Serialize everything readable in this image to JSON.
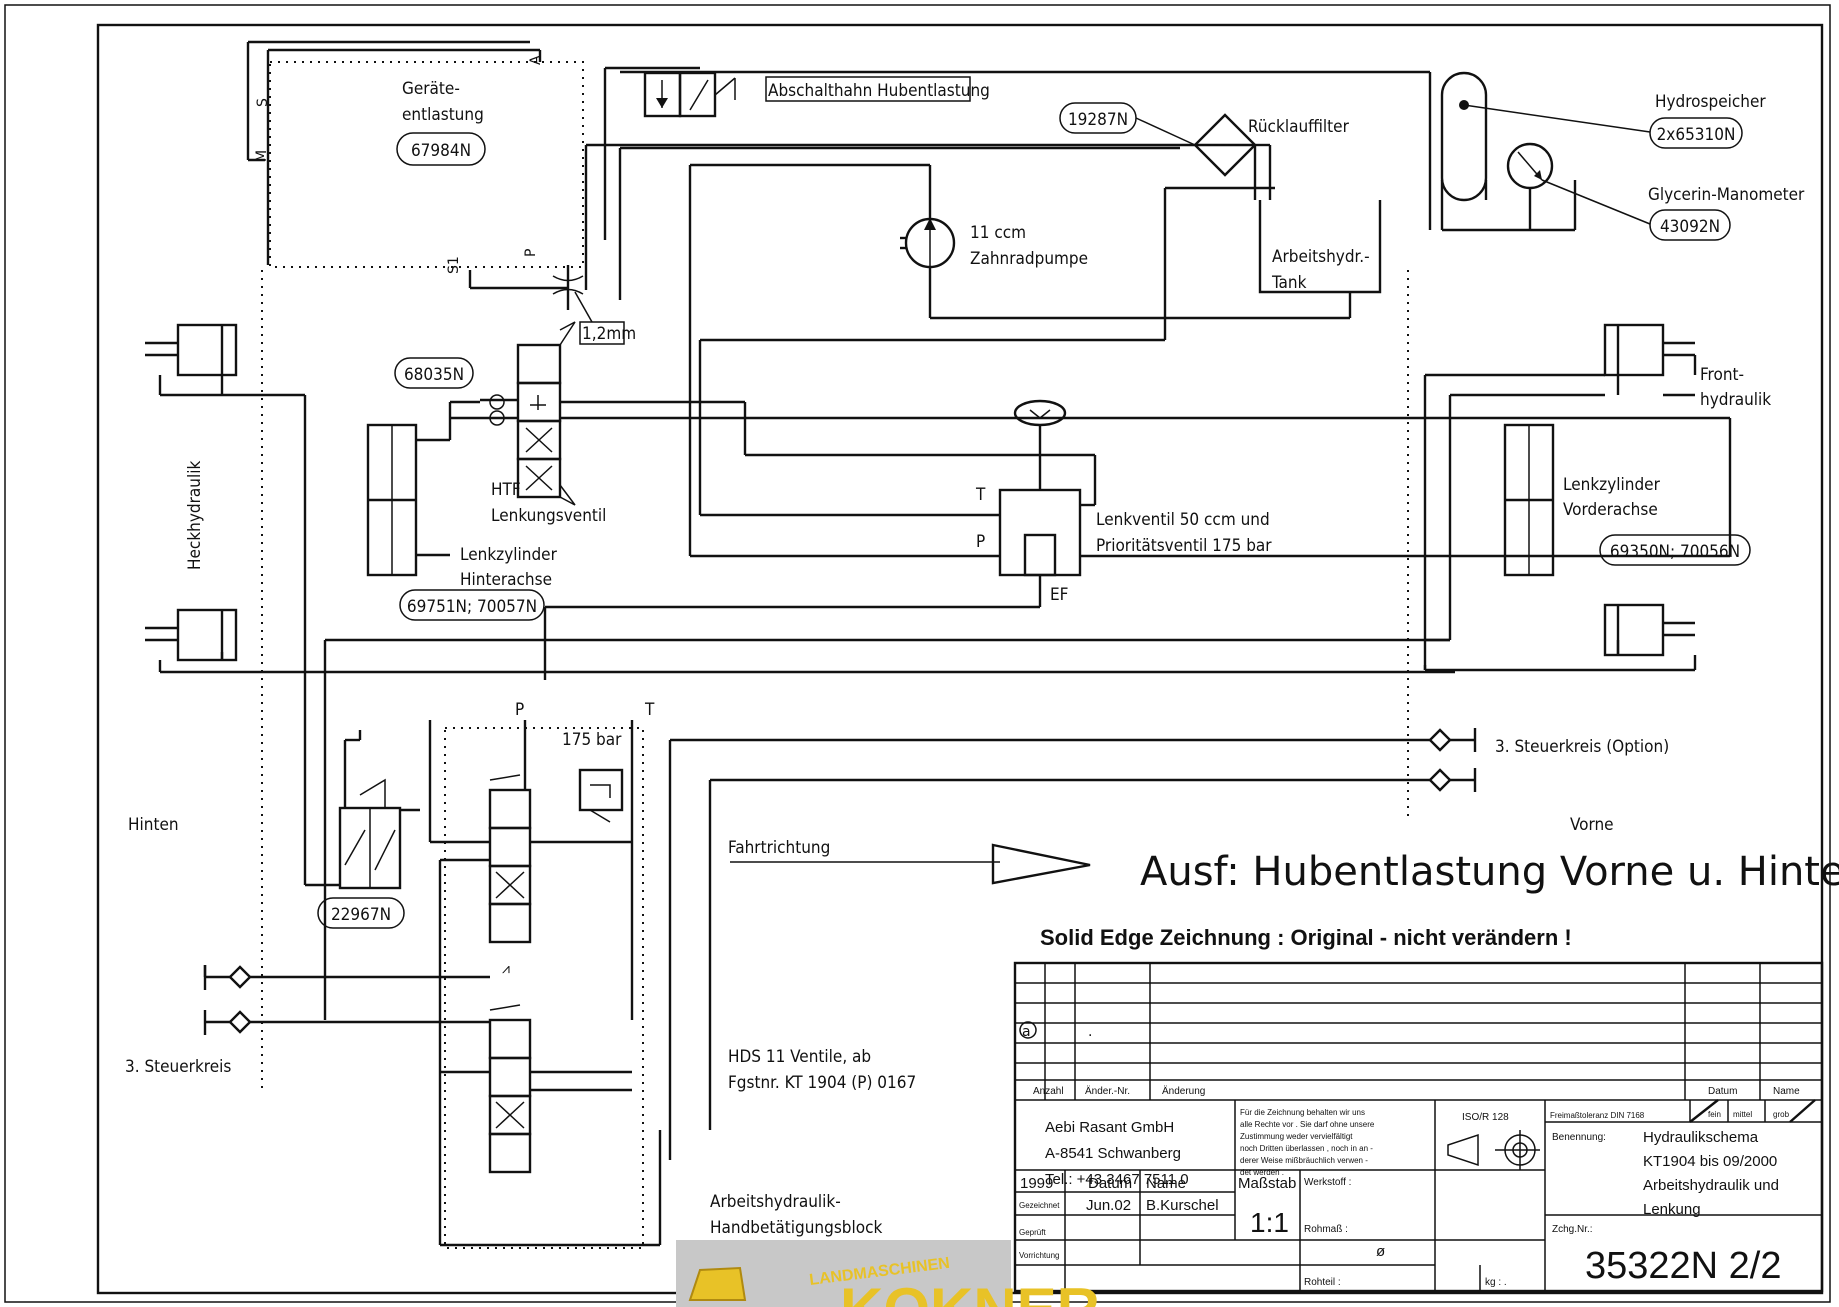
{
  "labels": {
    "geraete_entlastung_1": "Geräte-",
    "geraete_entlastung_2": "entlastung",
    "part_67984": "67984N",
    "abschalthahn": "Abschalthahn Hubentlastung",
    "part_19287": "19287N",
    "ruecklauffilter": "Rücklauffilter",
    "hydrospeicher": "Hydrospeicher",
    "part_hydrospeicher": "2x65310N",
    "glycerin_manometer": "Glycerin-Manometer",
    "part_43092": "43092N",
    "pumpe_1": "11 ccm",
    "pumpe_2": "Zahnradpumpe",
    "tank_1": "Arbeitshydr.-",
    "tank_2": "Tank",
    "restrictor": "1,2mm",
    "part_68035": "68035N",
    "htf": "HTF",
    "lenkungsventil": "Lenkungsventil",
    "lenkzyl_hinten_1": "Lenkzylinder",
    "lenkzyl_hinten_2": "Hinterachse",
    "part_69751": "69751N; 70057N",
    "heckhydraulik": "Heckhydraulik",
    "front_1": "Front-",
    "front_2": "hydraulik",
    "lenkzyl_vorne_1": "Lenkzylinder",
    "lenkzyl_vorne_2": "Vorderachse",
    "part_69350": "69350N; 70056N",
    "lenkventil_1": "Lenkventil 50 ccm und",
    "lenkventil_2": "Prioritätsventil 175 bar",
    "port_T": "T",
    "port_P": "P",
    "port_EF": "EF",
    "port_A": "A",
    "port_S": "S",
    "port_M": "M",
    "port_P2": "P",
    "port_S1": "S1",
    "block_P": "P",
    "block_T": "T",
    "relief": "175 bar",
    "steuerkreis_option": "3. Steuerkreis (Option)",
    "hinten": "Hinten",
    "vorne": "Vorne",
    "part_22967": "22967N",
    "steuerkreis_hinten": "3. Steuerkreis",
    "fahrtrichtung": "Fahrtrichtung",
    "hds_1": "HDS 11 Ventile, ab",
    "hds_2": "Fgstnr. KT 1904 (P) 0167",
    "block_1": "Arbeitshydraulik-",
    "block_2": "Handbetätigungsblock"
  },
  "headline": "Ausf: Hubentlastung Vorne u. Hinten",
  "solid_edge": "Solid Edge Zeichnung : Original - nicht verändern !",
  "title_block": {
    "rev_mark": "a",
    "rev_dot": ".",
    "col_anzahl": "Anzahl",
    "col_aender": "Änder.-Nr.",
    "col_aenderung": "Änderung",
    "col_datum": "Datum",
    "col_name": "Name",
    "company_1": "Aebi Rasant GmbH",
    "company_2": "A-8541 Schwanberg",
    "company_3": "Tel.: +43 3467 7511 0",
    "rights_1": "Für die Zeichnung behalten wir uns",
    "rights_2": "alle Rechte vor . Sie darf ohne unsere",
    "rights_3": "Zustimmung weder vervielfältigt",
    "rights_4": "noch Dritten überlassen , noch in an -",
    "rights_5": "derer Weise mißbräuchlich verwen -",
    "rights_6": "det werden .",
    "iso": "ISO/R 128",
    "freimass": "Freimaßtoleranz DIN 7168",
    "tol_fein": "fein",
    "tol_mittel": "mittel",
    "tol_grob": "grob",
    "benennung_lbl": "Benennung:",
    "benennung_1": "Hydraulikschema",
    "benennung_2": "KT1904  bis 09/2000",
    "benennung_3": "Arbeitshydraulik und",
    "benennung_4": "Lenkung",
    "year": "1999",
    "h_datum": "Datum",
    "h_name": "Name",
    "h_massstab": "Maßstab",
    "werkstoff": "Werkstoff :",
    "gezeichnet": "Gezeichnet",
    "date_val": "Jun.02",
    "name_val": "B.Kurschel",
    "scale_val": "1:1",
    "geprueft": "Geprüft",
    "rohmass": "Rohmaß :",
    "dia": "ø",
    "vorrichtung": "Vorrichtung",
    "rohteil": "Rohteil :",
    "kg": "kg : .",
    "zchg_lbl": "Zchg.Nr.:",
    "zchg_nr": "35322N 2/2"
  },
  "watermark": {
    "line1": "LANDMASCHINEN",
    "line2": "KOKNER"
  },
  "colors": {
    "ink": "#111111",
    "paper": "#ffffff",
    "watermark_bg": "#c8c8c8",
    "watermark_fg": "#e8c227"
  }
}
